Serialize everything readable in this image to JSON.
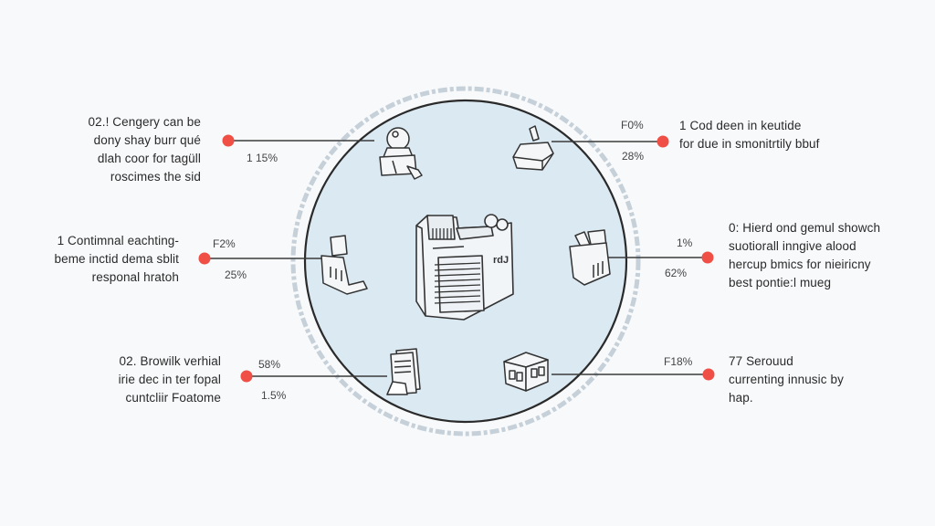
{
  "diagram": {
    "colors": {
      "background": "#f7f9fb",
      "circle_fill": "#dbe9f2",
      "circle_stroke": "#2a2a2a",
      "outer_ring": "#c6d0d8",
      "connector": "#3a3a3a",
      "dot": "#ef4f45"
    },
    "center_icon": "document-archive-box-icon",
    "callouts": [
      {
        "id": "top-left",
        "icon": "globe-machine-icon",
        "lines": [
          "02.! Cengery can be",
          "dony shay burr qué",
          "dlah coor for tagüll",
          "roscimes the sid"
        ],
        "pct_top": "",
        "pct_bottom": "1 15%"
      },
      {
        "id": "top-right",
        "icon": "stapler-device-icon",
        "lines": [
          "1 Cod deen in keutide",
          "for due in smonitrtily bbuf"
        ],
        "pct_top": "F0%",
        "pct_bottom": "28%"
      },
      {
        "id": "middle-left",
        "icon": "printer-shelf-icon",
        "lines": [
          "1 Contimnal eachting-",
          "beme inctid dema sblit",
          "responal hratoh"
        ],
        "pct_top": "F2%",
        "pct_bottom": "25%"
      },
      {
        "id": "middle-right",
        "icon": "shredder-bin-icon",
        "lines": [
          "0: Hierd ond gemul showch",
          "suotiorall inngive alood",
          "hercup bmics for nieiricny",
          "best pontie:l mueg"
        ],
        "pct_top": "1%",
        "pct_bottom": "62%"
      },
      {
        "id": "bottom-left",
        "icon": "document-stack-icon",
        "lines": [
          "02. Browilk verhial",
          "irie dec in ter fopal",
          "cuntcliir Foatome"
        ],
        "pct_top": "58%",
        "pct_bottom": "1.5%"
      },
      {
        "id": "bottom-right",
        "icon": "cube-box-icon",
        "lines": [
          "77 Serouud",
          "currenting innusic by",
          "hap."
        ],
        "pct_top": "F18%",
        "pct_bottom": ""
      }
    ]
  }
}
